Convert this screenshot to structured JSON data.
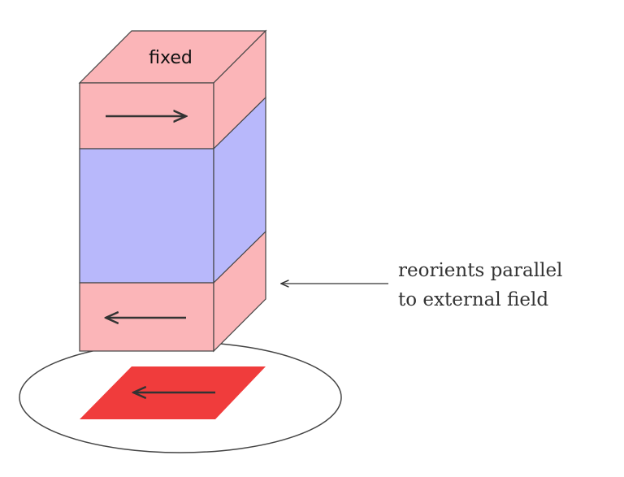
{
  "labels": {
    "fixed": "fixed",
    "annotation_line1": "reorients parallel",
    "annotation_line2": "to external field"
  },
  "colors": {
    "pink_layer": "#fbb5b8",
    "blue_layer": "#b8b8fb",
    "red_square": "#f03c3c",
    "outline": "#333333",
    "arrow": "#333333"
  },
  "arrows": {
    "top_layer_direction": "right",
    "bottom_layer_direction": "left",
    "red_square_direction": "left",
    "annotation_direction": "left"
  }
}
